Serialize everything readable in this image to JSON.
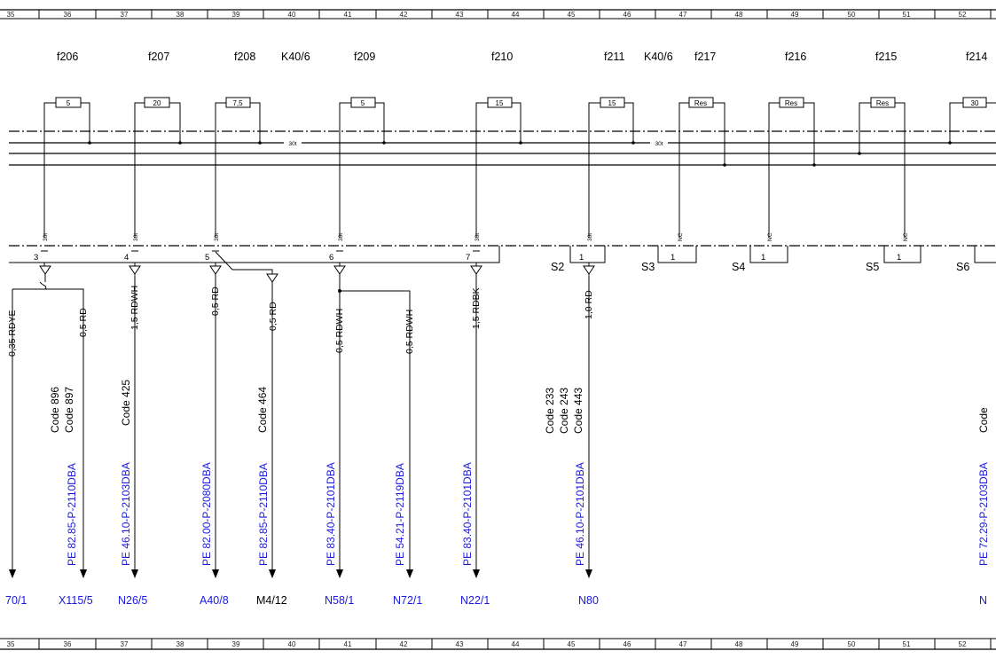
{
  "ruler": {
    "top": [
      "35",
      "36",
      "37",
      "38",
      "39",
      "40",
      "41",
      "42",
      "43",
      "44",
      "45",
      "46",
      "47",
      "48",
      "49",
      "50",
      "51",
      "52"
    ],
    "bottom": [
      "35",
      "36",
      "37",
      "38",
      "39",
      "40",
      "41",
      "42",
      "43",
      "44",
      "45",
      "46",
      "47",
      "48",
      "49",
      "50",
      "51",
      "52"
    ]
  },
  "fuses": [
    {
      "name": "f206",
      "rating": "5"
    },
    {
      "name": "f207",
      "rating": "20"
    },
    {
      "name": "f208",
      "rating": "7,5"
    },
    {
      "name": "f209",
      "rating": "5"
    },
    {
      "name": "f210",
      "rating": "15"
    },
    {
      "name": "f211",
      "rating": "15"
    },
    {
      "name": "f217",
      "rating": "Res"
    },
    {
      "name": "f216",
      "rating": "Res"
    },
    {
      "name": "f215",
      "rating": "Res"
    },
    {
      "name": "f214",
      "rating": "30"
    }
  ],
  "relays": [
    "K40/6",
    "K40/6"
  ],
  "bus_label": "30t",
  "connector_pin_label": "30t",
  "nc_label": "NC",
  "pins": [
    "3",
    "4",
    "5",
    "6",
    "7",
    "1",
    "1",
    "1",
    "1"
  ],
  "switches": [
    "S2",
    "S3",
    "S4",
    "S5",
    "S6"
  ],
  "wires": [
    {
      "spec": "0,35 RDYE",
      "part": "",
      "code": "",
      "dest": "70/1"
    },
    {
      "spec": "0,5 RD",
      "part": "PE 82.85-P-2110DBA",
      "code": "Code 896\nCode 897",
      "dest": "X115/5"
    },
    {
      "spec": "1,5 RDWH",
      "part": "PE 46.10-P-2103DBA",
      "code": "Code 425",
      "dest": "N26/5"
    },
    {
      "spec": "0,5 RD",
      "part": "PE 82.00-P-2080DBA",
      "code": "",
      "dest": "A40/8"
    },
    {
      "spec": "0,5 RD",
      "part": "PE 82.85-P-2110DBA",
      "code": "Code 464",
      "dest": "M4/12"
    },
    {
      "spec": "0,5 RDWH",
      "part": "PE 83.40-P-2101DBA",
      "code": "",
      "dest": "N58/1"
    },
    {
      "spec": "0,5 RDWH",
      "part": "PE 54.21-P-2119DBA",
      "code": "",
      "dest": "N72/1"
    },
    {
      "spec": "1,5 RDBK",
      "part": "PE 83.40-P-2101DBA",
      "code": "",
      "dest": "N22/1"
    },
    {
      "spec": "1,0 RD",
      "part": "PE 46.10-P-2101DBA",
      "code": "Code 233\nCode 243\nCode 443",
      "dest": "N80"
    },
    {
      "spec": "",
      "part": "PE 72.29-P-2103DBA",
      "code": "Code",
      "dest": "N"
    }
  ],
  "colors": {
    "line": "#000000",
    "link_text": "#1a1adf"
  }
}
